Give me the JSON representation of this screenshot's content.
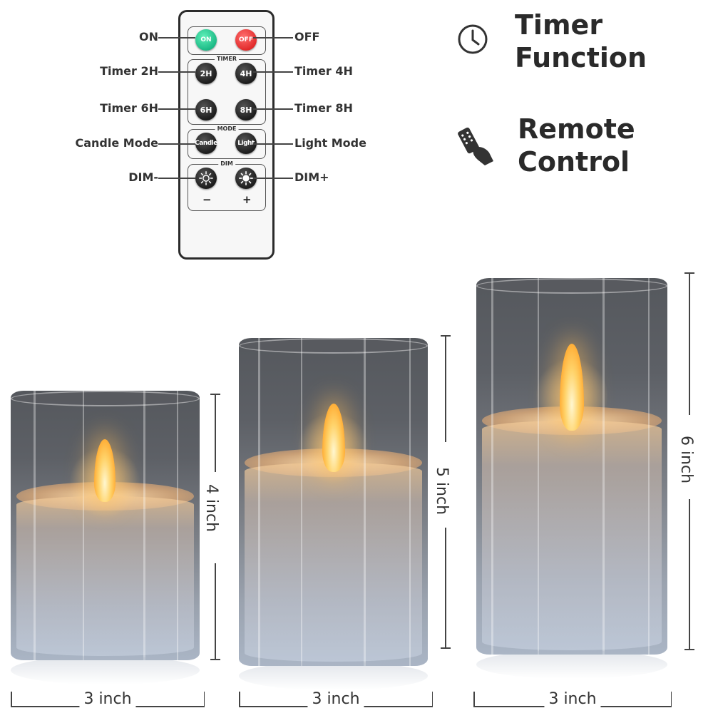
{
  "remote": {
    "buttons": {
      "on": "ON",
      "off": "OFF",
      "timer_2h": "2H",
      "timer_4h": "4H",
      "timer_6h": "6H",
      "timer_8h": "8H",
      "candle": "Candle",
      "light": "Light"
    },
    "groups": {
      "timer": "TIMER",
      "mode": "MODE",
      "dim": "DIM"
    },
    "signs": {
      "minus": "−",
      "plus": "+"
    },
    "labels": {
      "on": "ON",
      "off": "OFF",
      "timer_2h": "Timer 2H",
      "timer_4h": "Timer 4H",
      "timer_6h": "Timer 6H",
      "timer_8h": "Timer 8H",
      "candle_mode": "Candle Mode",
      "light_mode": "Light Mode",
      "dim_minus": "DIM-",
      "dim_plus": "DIM+"
    },
    "colors": {
      "on": "#19b683",
      "off": "#e02727"
    }
  },
  "features": {
    "timer_line1": "Timer",
    "timer_line2": "Function",
    "remote_line1": "Remote",
    "remote_line2": "Control",
    "icons": [
      "clock-icon",
      "remote-hand-icon"
    ]
  },
  "candles": [
    {
      "height": "4 inch",
      "width": "3 inch"
    },
    {
      "height": "5 inch",
      "width": "3 inch"
    },
    {
      "height": "6 inch",
      "width": "3 inch"
    }
  ]
}
